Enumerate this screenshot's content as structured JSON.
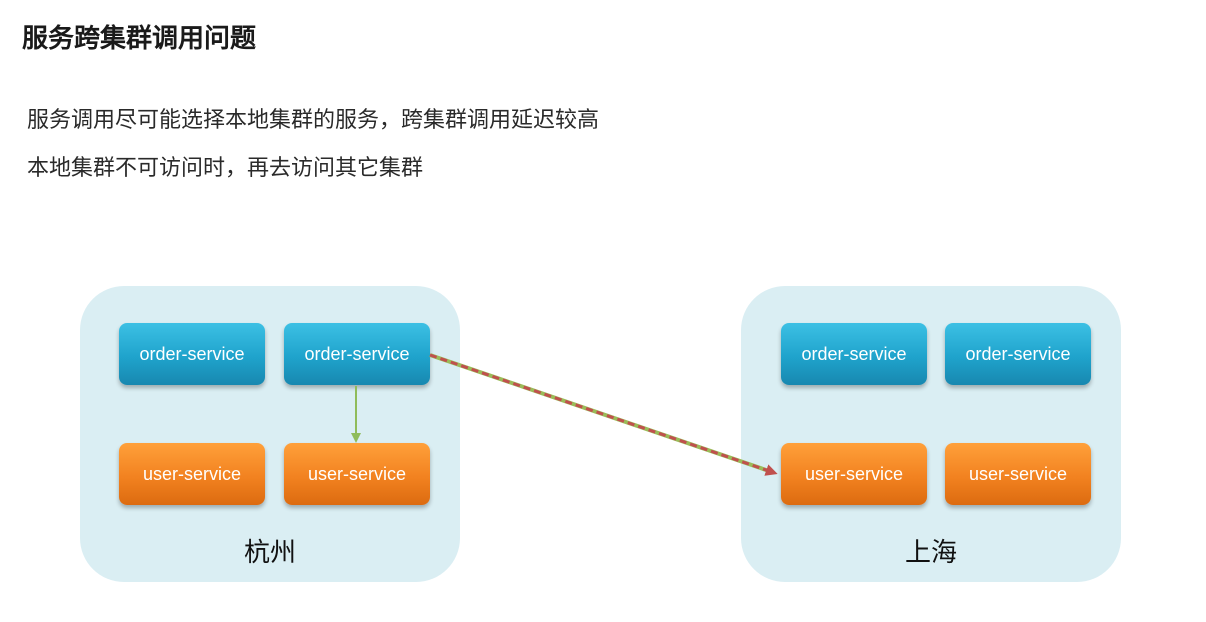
{
  "title": "服务跨集群调用问题",
  "bullets": [
    "服务调用尽可能选择本地集群的服务，跨集群调用延迟较高",
    "本地集群不可访问时，再去访问其它集群"
  ],
  "clusters": {
    "left": {
      "label": "杭州",
      "order_services": [
        "order-service",
        "order-service"
      ],
      "user_services": [
        "user-service",
        "user-service"
      ]
    },
    "right": {
      "label": "上海",
      "order_services": [
        "order-service",
        "order-service"
      ],
      "user_services": [
        "user-service",
        "user-service"
      ]
    }
  },
  "colors": {
    "cluster_bg": "#daeef3",
    "order_node": "#1fa3cc",
    "user_node": "#f28220",
    "local_arrow": "#8fbc5a",
    "remote_arrow_red": "#c0504d",
    "remote_arrow_green": "#9bbb59"
  }
}
